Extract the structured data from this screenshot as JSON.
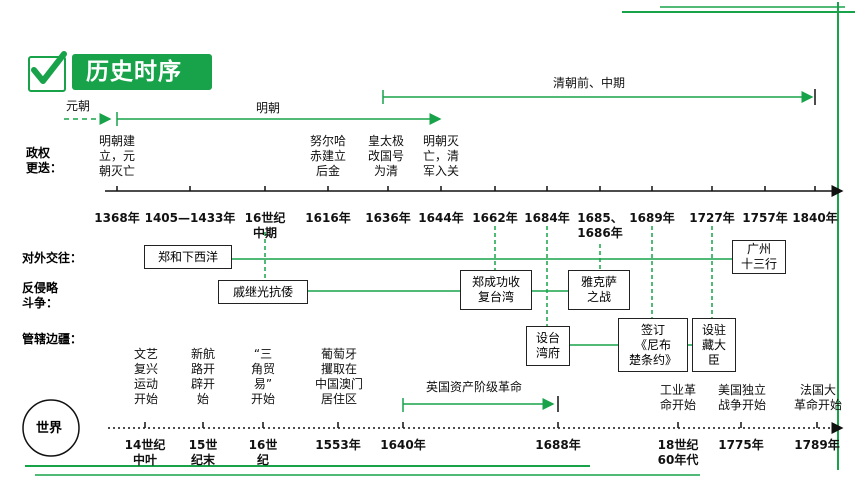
{
  "title": "历史时序",
  "colors": {
    "accent": "#18a34a",
    "line": "#111111"
  },
  "icons": {
    "title_icon": "checkmark-icon"
  },
  "row_labels": {
    "regime": "政权\n更迭：",
    "foreign": "对外交往：",
    "resist": "反侵略\n斗争：",
    "border": "管辖边疆：",
    "world": "世界"
  },
  "periods": {
    "yuan": "元朝",
    "ming": "明朝",
    "qing": "清朝前、中期",
    "england": "英国资产阶级革命"
  },
  "regime_events": [
    {
      "text": "明朝建\n立，元\n朝灭亡"
    },
    {
      "text": "努尔哈\n赤建立\n后金"
    },
    {
      "text": "皇太极\n改国号\n为清"
    },
    {
      "text": "明朝灭\n亡，清\n军入关"
    }
  ],
  "china_ticks": [
    "1368年",
    "1405—1433年",
    "16世纪\n中期",
    "1616年",
    "1636年",
    "1644年",
    "1662年",
    "1684年",
    "1685、\n1686年",
    "1689年",
    "1727年",
    "1757年",
    "1840年"
  ],
  "event_boxes": {
    "zhenghe": "郑和下西洋",
    "guangzhou": "广州\n十三行",
    "qijiguang": "戚继光抗倭",
    "zhengchenggong": "郑成功收\n复台湾",
    "yakesa": "雅克萨\n之战",
    "taiwanfu": "设台\n湾府",
    "nerchinsk": "签订\n《尼布\n楚条约》",
    "zangchen": "设驻\n藏大\n臣"
  },
  "world_events": [
    {
      "text": "文艺\n复兴\n运动\n开始"
    },
    {
      "text": "新航\n路开\n辟开\n始"
    },
    {
      "text": "“三\n角贸\n易”\n开始"
    },
    {
      "text": "葡萄牙\n攫取在\n中国澳门\n居住区"
    },
    {
      "text": "工业革\n命开始"
    },
    {
      "text": "美国独立\n战争开始"
    },
    {
      "text": "法国大\n革命开始"
    }
  ],
  "world_ticks": [
    "14世纪\n中叶",
    "15世\n纪末",
    "16世\n纪",
    "1553年",
    "1640年",
    "1688年",
    "18世纪\n60年代",
    "1775年",
    "1789年"
  ]
}
